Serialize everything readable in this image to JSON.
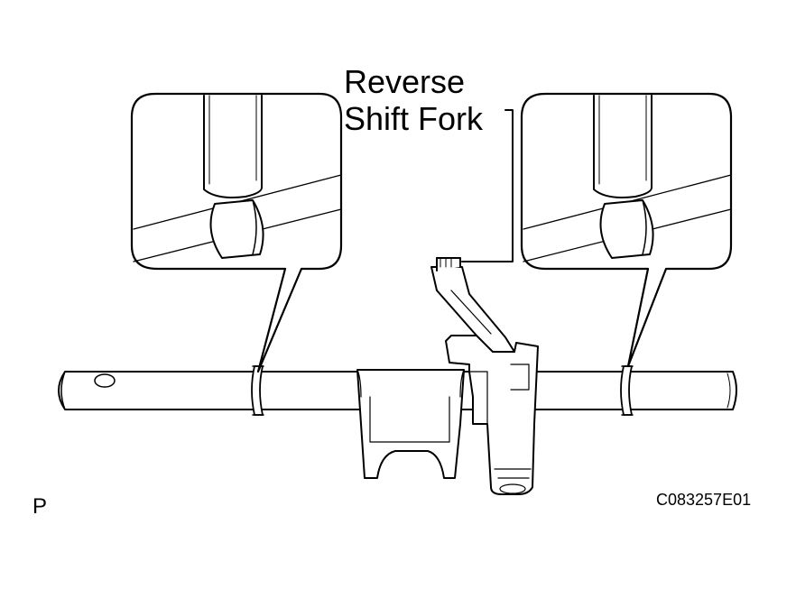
{
  "callout": {
    "line1": "Reverse",
    "line2": "Shift Fork"
  },
  "view_mark": "P",
  "figure_code": "C083257E01",
  "colors": {
    "line": "#000000",
    "background": "#ffffff"
  }
}
